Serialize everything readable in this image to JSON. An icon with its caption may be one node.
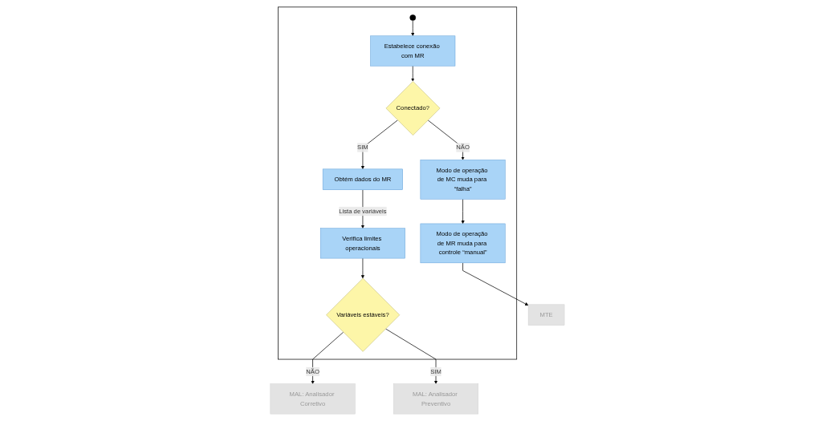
{
  "diagram": {
    "nodes": [
      {
        "text": [],
        "shape": "box"
      },
      {
        "text": [],
        "shape": "circle",
        "in": 0
      },
      {
        "text": [
          "Estabelece conexão com MR"
        ],
        "in": 0
      },
      {
        "text": [
          "Conectado?"
        ],
        "in": 0
      },
      {
        "text": [
          "Modo de operação de MC muda para “falha”"
        ],
        "in": 0
      },
      {
        "text": [
          "Modo de operação de MR muda para controle “manual”"
        ],
        "in": 0
      },
      {
        "text": [
          "Obtém dados do MR"
        ],
        "in": 0
      },
      {
        "text": [
          "Verifica limites operacionais"
        ],
        "in": 0
      },
      {
        "text": [
          "Variáveis estáveis?"
        ],
        "in": 0
      },
      {
        "text": [
          "MAL: Analisador Corretivo"
        ]
      },
      {
        "text": [
          "MAL: Analisador Preventivo"
        ]
      },
      {
        "text": [
          "MTE"
        ]
      }
    ],
    "edges": [
      {
        "from": 1,
        "to": 2,
        "arrow": "to"
      },
      {
        "from": 2,
        "to": 3,
        "arrow": "to"
      },
      {
        "from": 3,
        "to": 4,
        "arrow": "to",
        "label": "NÃO"
      },
      {
        "from": 3,
        "to": 6,
        "arrow": "to",
        "label": "SIM"
      },
      {
        "from": 4,
        "to": 5,
        "arrow": "to"
      },
      {
        "from": 5,
        "to": 11,
        "arrow": "to"
      },
      {
        "from": 6,
        "to": 7,
        "arrow": "to",
        "label": "Lista de variáveis"
      },
      {
        "from": 7,
        "to": 8,
        "arrow": "to"
      },
      {
        "from": 8,
        "to": 9,
        "arrow": "to",
        "label": "NÃO"
      },
      {
        "from": 8,
        "to": 10,
        "arrow": "to",
        "label": "SIM"
      }
    ]
  }
}
